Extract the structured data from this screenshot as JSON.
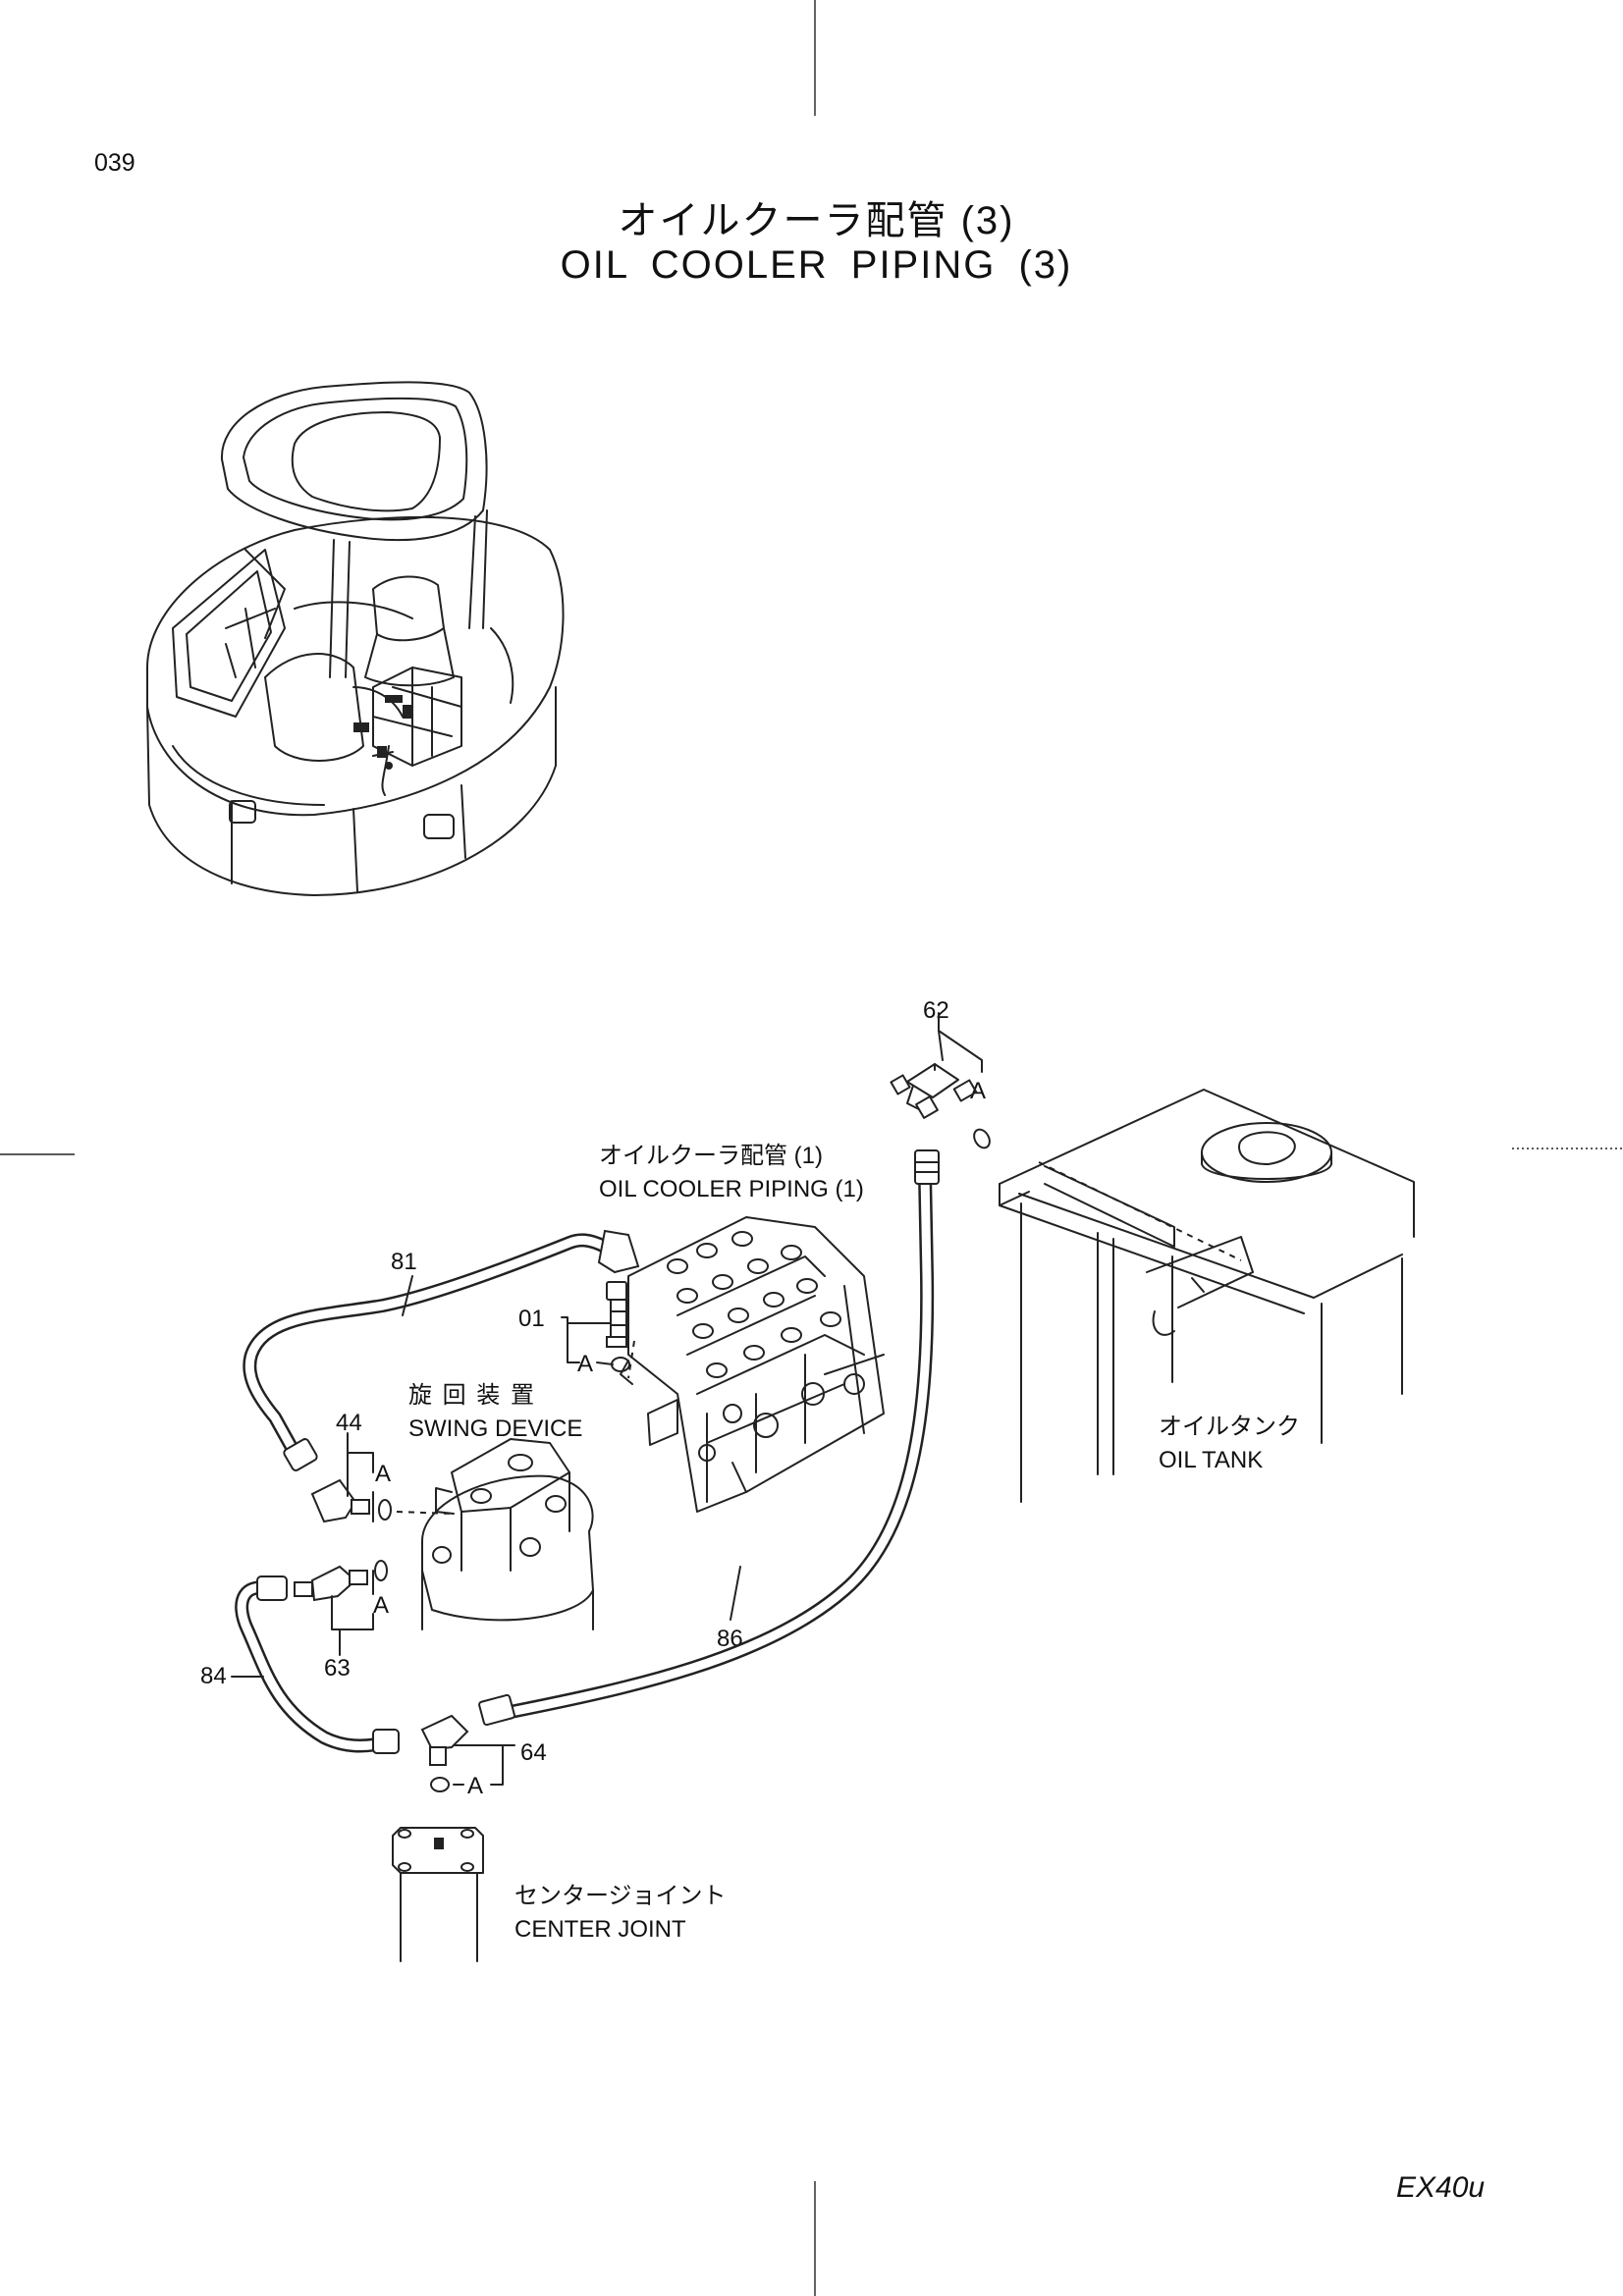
{
  "page_number": "039",
  "title_jp": "オイルクーラ配管 (3)",
  "title_en": "OIL  COOLER  PIPING  (3)",
  "model": "EX40u",
  "labels": {
    "ref_piping_jp": "オイルクーラ配管 (1)",
    "ref_piping_en": "OIL COOLER  PIPING (1)",
    "swing_jp": "旋 回 装 置",
    "swing_en": "SWING  DEVICE",
    "tank_jp": "オイルタンク",
    "tank_en": "OIL TANK",
    "center_jp": "センタージョイント",
    "center_en": "CENTER  JOINT"
  },
  "part_numbers": {
    "p62": "62",
    "p81": "81",
    "p01": "01",
    "p44": "44",
    "p63": "63",
    "p84": "84",
    "p86": "86",
    "p64": "64"
  },
  "detail_mark": "A"
}
